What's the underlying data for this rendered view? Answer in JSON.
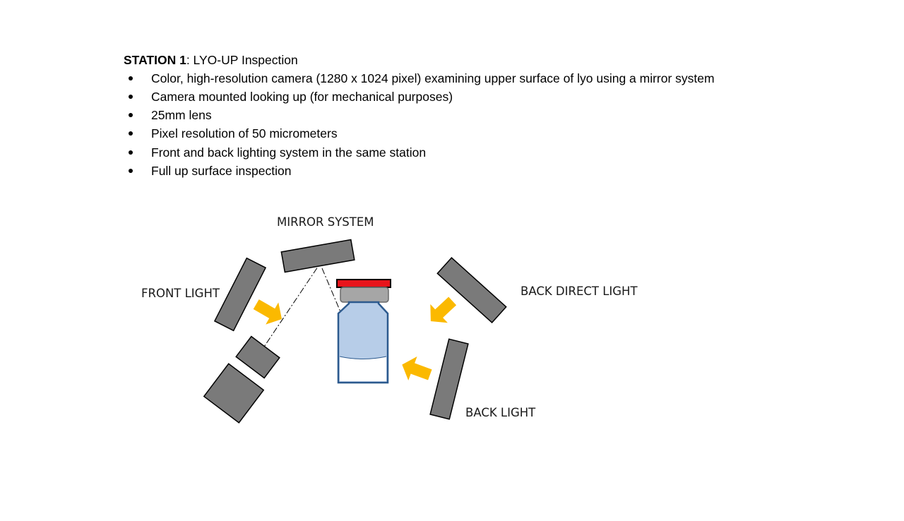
{
  "heading": {
    "station": "STATION 1",
    "separator": ":",
    "title": " LYO-UP Inspection"
  },
  "bullets": [
    "Color, high-resolution camera (1280 x 1024 pixel) examining upper surface of lyo using a mirror system",
    "Camera mounted looking up (for mechanical purposes)",
    "25mm lens",
    "Pixel resolution of 50 micrometers",
    "Front and back lighting system in the same station",
    "Full up surface inspection"
  ],
  "diagram": {
    "labels": {
      "mirror": "MIRROR SYSTEM",
      "front_light": "FRONT LIGHT",
      "back_direct_light": "BACK DIRECT LIGHT",
      "back_light": "BACK LIGHT"
    },
    "colors": {
      "component_fill": "#7a7a7a",
      "arrow": "#fbb900",
      "vial_glass": "#b7cde8",
      "vial_outline": "#2d5a8e",
      "cap_red": "#e8141b",
      "cap_grey": "#a6a6a6"
    }
  }
}
